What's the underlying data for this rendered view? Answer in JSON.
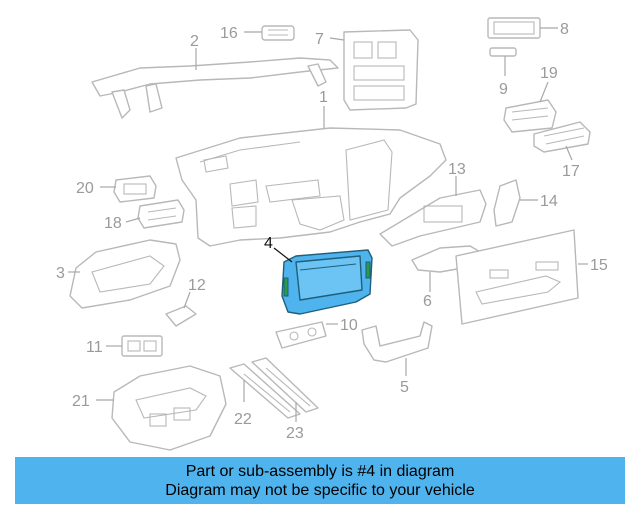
{
  "diagram": {
    "highlight_color": "#4fb3ee",
    "callouts": {
      "c1": "1",
      "c2": "2",
      "c3": "3",
      "c4": "4",
      "c5": "5",
      "c6": "6",
      "c7": "7",
      "c8": "8",
      "c9": "9",
      "c10": "10",
      "c11": "11",
      "c12": "12",
      "c13": "13",
      "c14": "14",
      "c15": "15",
      "c16": "16",
      "c17": "17",
      "c18": "18",
      "c19": "19",
      "c20": "20",
      "c21": "21",
      "c22": "22",
      "c23": "23"
    },
    "highlighted_callout": "4"
  },
  "banner": {
    "background": "#4fb3ee",
    "line1": "Part or sub-assembly is #4 in diagram",
    "line2": "Diagram may not be specific to your vehicle"
  }
}
